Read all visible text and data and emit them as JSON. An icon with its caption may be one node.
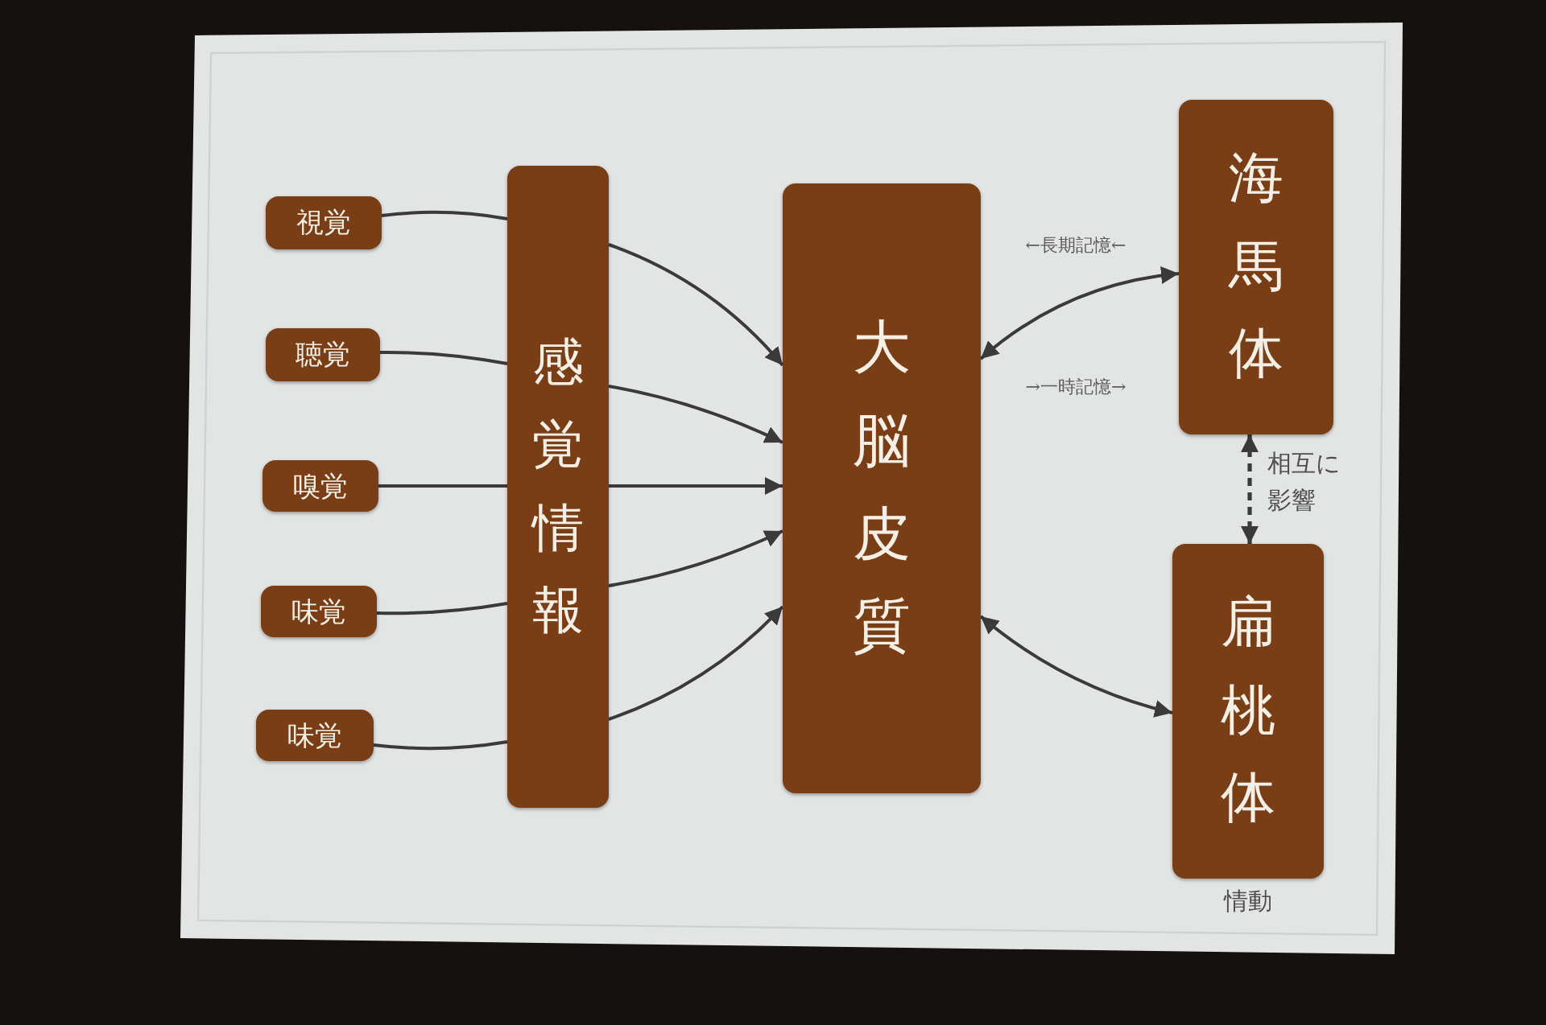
{
  "diagram": {
    "nodes": [
      {
        "text": [
          "視覚"
        ]
      },
      {
        "text": [
          "聴覚"
        ]
      },
      {
        "text": [
          "嗅覚"
        ]
      },
      {
        "text": [
          "味覚"
        ]
      },
      {
        "text": [
          "味覚"
        ]
      },
      {
        "text": [
          "感覚情報"
        ]
      },
      {
        "text": [
          "大脳皮質"
        ]
      },
      {
        "text": [
          "海馬体"
        ]
      },
      {
        "text": [
          "扁桃体"
        ],
        "beside": [
          "情動"
        ]
      }
    ],
    "edges": [
      {
        "from": 0,
        "to": 5,
        "arrow": "none"
      },
      {
        "from": 1,
        "to": 5,
        "arrow": "none"
      },
      {
        "from": 2,
        "to": 5,
        "arrow": "none"
      },
      {
        "from": 3,
        "to": 5,
        "arrow": "none"
      },
      {
        "from": 4,
        "to": 5,
        "arrow": "none"
      },
      {
        "from": 5,
        "to": 6,
        "arrow": "to"
      },
      {
        "from": 5,
        "to": 6,
        "arrow": "to"
      },
      {
        "from": 5,
        "to": 6,
        "arrow": "to"
      },
      {
        "from": 5,
        "to": 6,
        "arrow": "to"
      },
      {
        "from": 5,
        "to": 6,
        "arrow": "to"
      },
      {
        "from": 6,
        "to": 7,
        "arrow": "both"
      },
      {
        "from": 7,
        "to": 8,
        "arrow": "both",
        "style": "dashed",
        "label": "相互に影響"
      },
      {
        "from": 6,
        "to": 8,
        "arrow": "both"
      }
    ],
    "labels": [
      "←長期記憶←",
      "→一時記憶→"
    ]
  }
}
